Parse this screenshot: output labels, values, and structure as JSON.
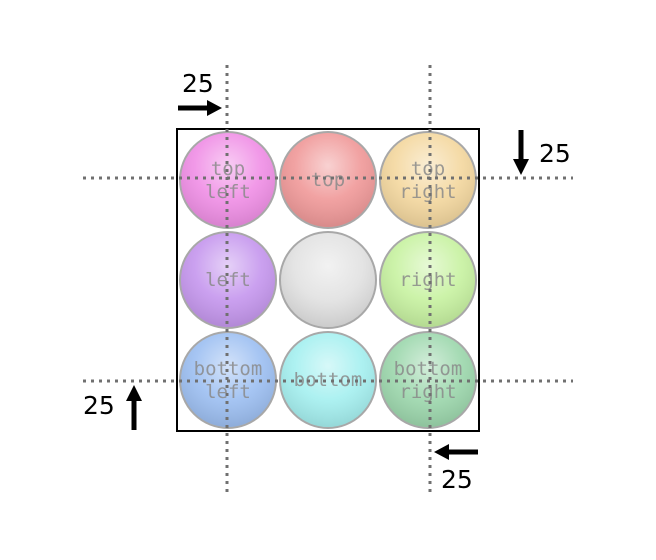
{
  "buttons": [
    {
      "id": "top-left",
      "lines": [
        "top",
        "left"
      ],
      "color": "#f090e6"
    },
    {
      "id": "top",
      "lines": [
        "top"
      ],
      "color": "#f09a9a"
    },
    {
      "id": "top-right",
      "lines": [
        "top",
        "right"
      ],
      "color": "#f4d8a0"
    },
    {
      "id": "left",
      "lines": [
        "left"
      ],
      "color": "#c698ee"
    },
    {
      "id": "center",
      "lines": [],
      "color": "#e2e2e2"
    },
    {
      "id": "right",
      "lines": [
        "right"
      ],
      "color": "#c8f2a2"
    },
    {
      "id": "bottom-left",
      "lines": [
        "bottom",
        "left"
      ],
      "color": "#9ec0f2"
    },
    {
      "id": "bottom",
      "lines": [
        "bottom"
      ],
      "color": "#a6f0f0"
    },
    {
      "id": "bottom-right",
      "lines": [
        "bottom",
        "right"
      ],
      "color": "#9ed8ae"
    }
  ],
  "offsets": {
    "top_left_arrow": "25",
    "top_right_arrow": "25",
    "bottom_left_arrow": "25",
    "bottom_right_arrow": "25"
  },
  "colors": {
    "guide_line": "#707070",
    "frame": "#000000",
    "arrow": "#000000"
  }
}
